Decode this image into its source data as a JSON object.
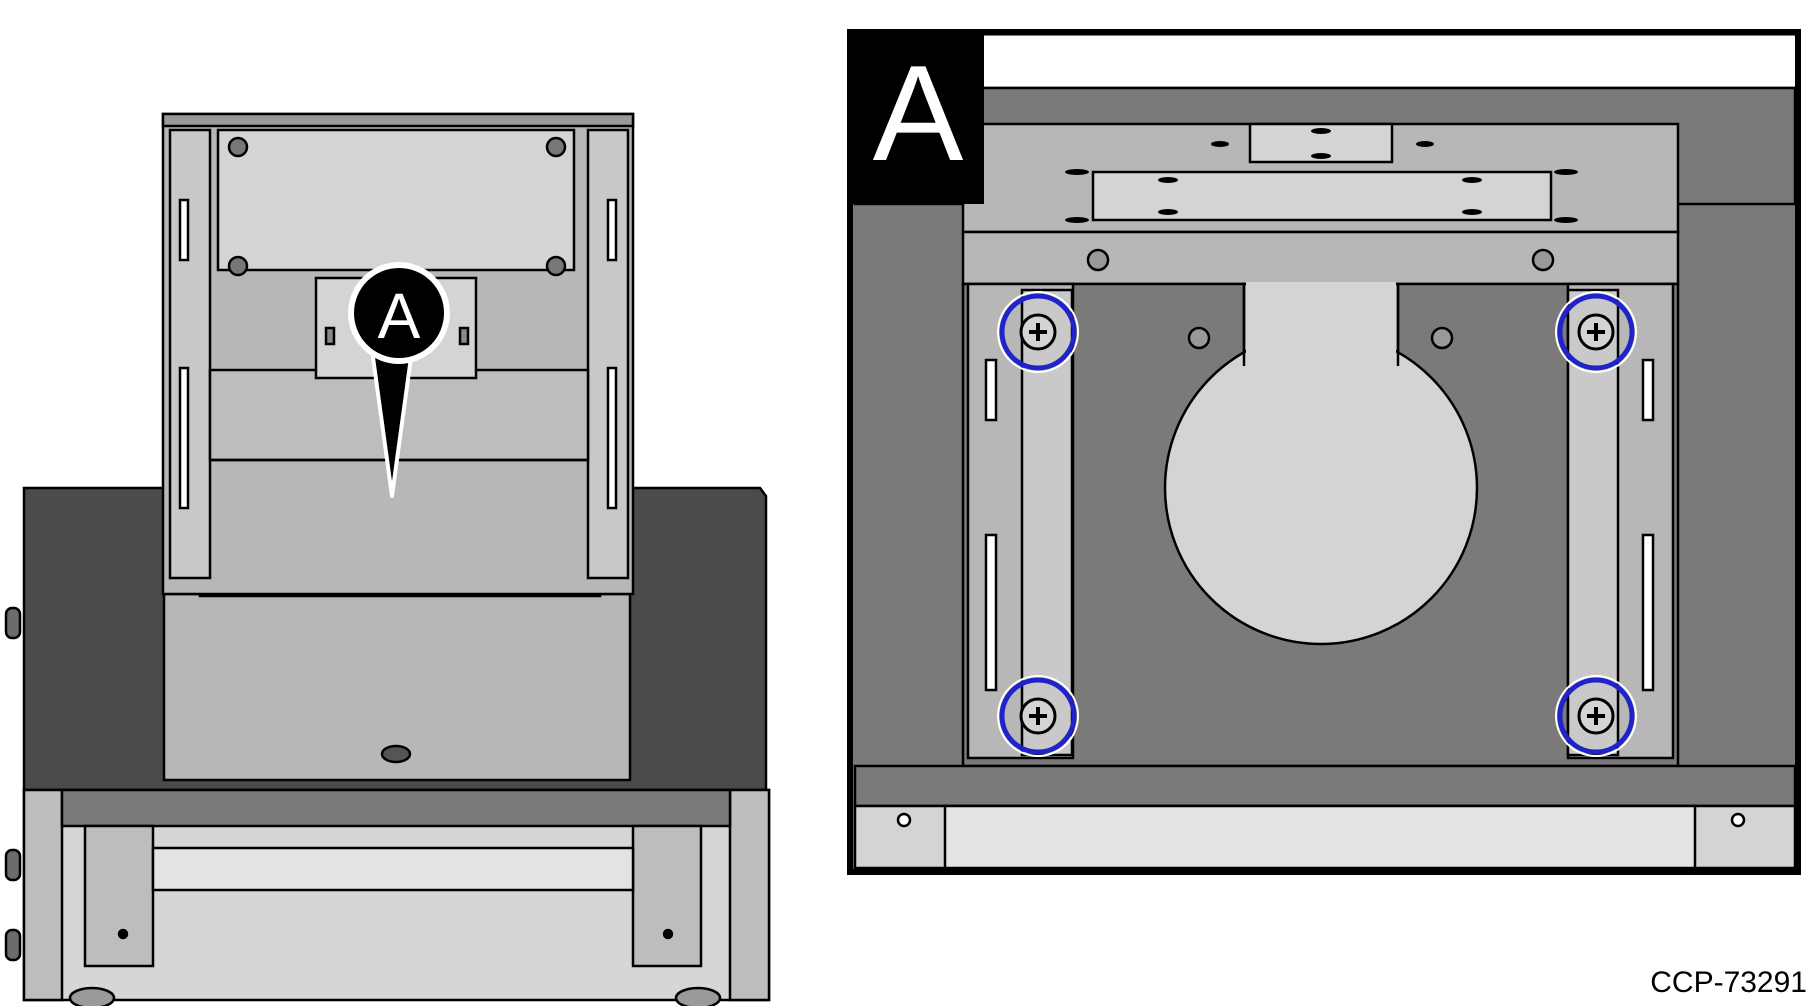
{
  "callout_overview": "A",
  "callout_detail": "A",
  "figure_code": "CCP-73291",
  "colors": {
    "dark_panel": "#4b4b4b",
    "medium_panel": "#7a7a7a",
    "light_panel": "#b7b7b7",
    "pale_panel": "#d4d4d4",
    "screw_ring": "#1f23c8"
  },
  "screw_icon": "phillips-screw-icon",
  "highlighted_screw_count": 4
}
